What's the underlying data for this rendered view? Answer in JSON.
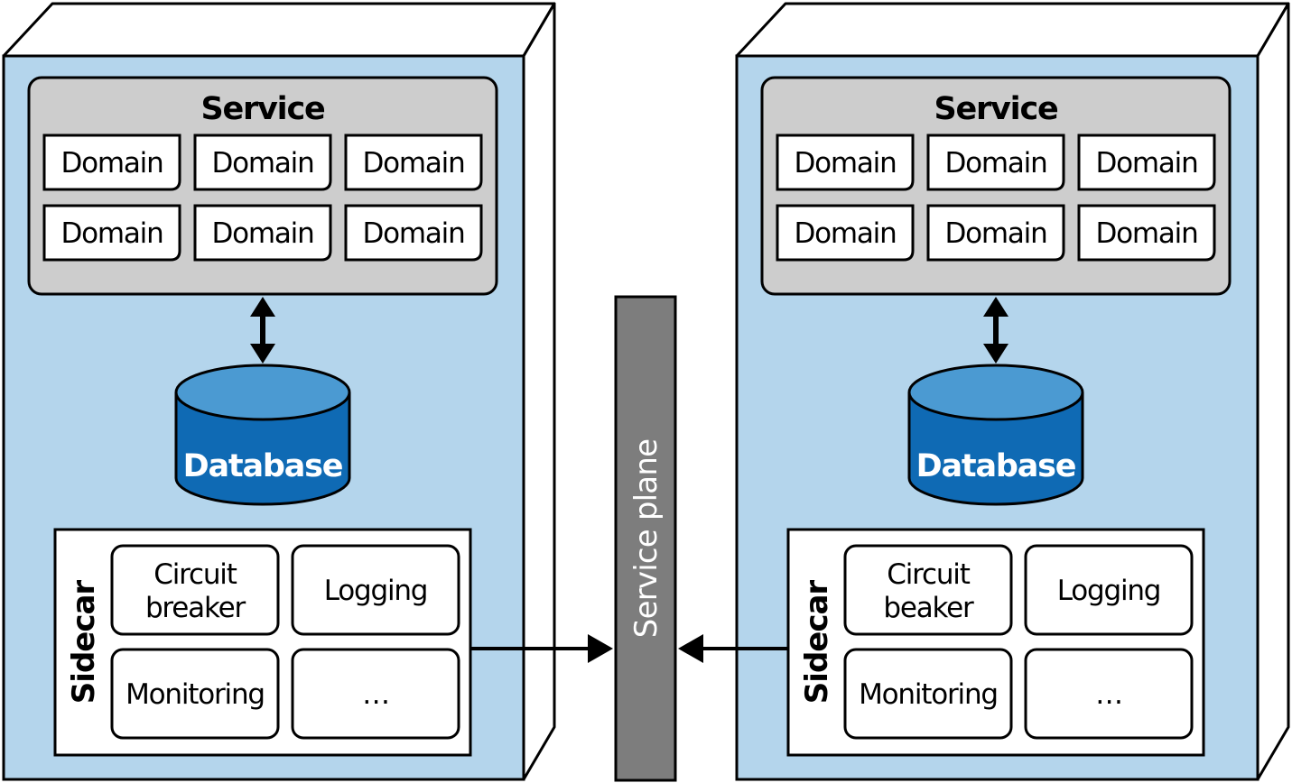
{
  "colors": {
    "node_fill": "#b4d5ec",
    "service_fill": "#cdcdcd",
    "database_top": "#4b9ad2",
    "database_body": "#0f6ab4",
    "service_plane": "#7d7d7d",
    "stroke": "#000000"
  },
  "nodes": [
    {
      "service": {
        "title": "Service",
        "domains": [
          "Domain",
          "Domain",
          "Domain",
          "Domain",
          "Domain",
          "Domain"
        ]
      },
      "database": {
        "label": "Database"
      },
      "sidecar": {
        "title": "Sidecar",
        "items": [
          {
            "lines": [
              "Circuit",
              "breaker"
            ]
          },
          {
            "lines": [
              "Logging"
            ]
          },
          {
            "lines": [
              "Monitoring"
            ]
          },
          {
            "lines": [
              "…"
            ]
          }
        ]
      }
    },
    {
      "service": {
        "title": "Service",
        "domains": [
          "Domain",
          "Domain",
          "Domain",
          "Domain",
          "Domain",
          "Domain"
        ]
      },
      "database": {
        "label": "Database"
      },
      "sidecar": {
        "title": "Sidecar",
        "items": [
          {
            "lines": [
              "Circuit",
              "beaker"
            ]
          },
          {
            "lines": [
              "Logging"
            ]
          },
          {
            "lines": [
              "Monitoring"
            ]
          },
          {
            "lines": [
              "…"
            ]
          }
        ]
      }
    }
  ],
  "service_plane": {
    "label": "Service plane"
  }
}
